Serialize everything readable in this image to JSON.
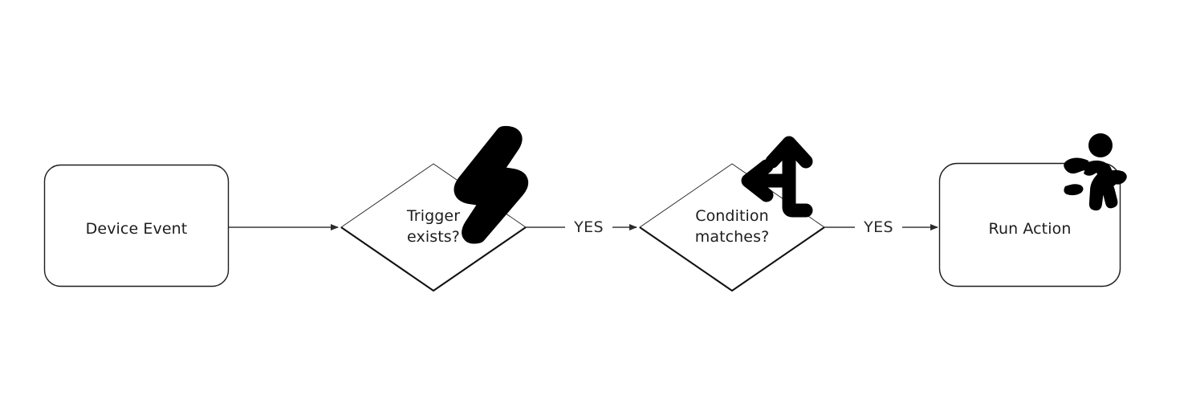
{
  "diagram": {
    "type": "flowchart",
    "orientation": "left-to-right",
    "background_color": "#ffffff",
    "stroke_color": "#1d1d1d",
    "text_color": "#1d1d1d",
    "nodes": [
      {
        "id": "device-event",
        "shape": "rounded-rectangle",
        "label": "Device Event",
        "icon": null
      },
      {
        "id": "trigger-exists",
        "shape": "diamond",
        "label": "Trigger\nexists?",
        "icon": "lightning-bolt-icon"
      },
      {
        "id": "condition-matches",
        "shape": "diamond",
        "label": "Condition\nmatches?",
        "icon": "branch-arrow-icon"
      },
      {
        "id": "run-action",
        "shape": "rounded-rectangle",
        "label": "Run Action",
        "icon": "running-person-icon"
      }
    ],
    "edges": [
      {
        "id": "edge-1",
        "from": "device-event",
        "to": "trigger-exists",
        "label": ""
      },
      {
        "id": "edge-2",
        "from": "trigger-exists",
        "to": "condition-matches",
        "label": "YES"
      },
      {
        "id": "edge-3",
        "from": "condition-matches",
        "to": "run-action",
        "label": "YES"
      }
    ]
  }
}
